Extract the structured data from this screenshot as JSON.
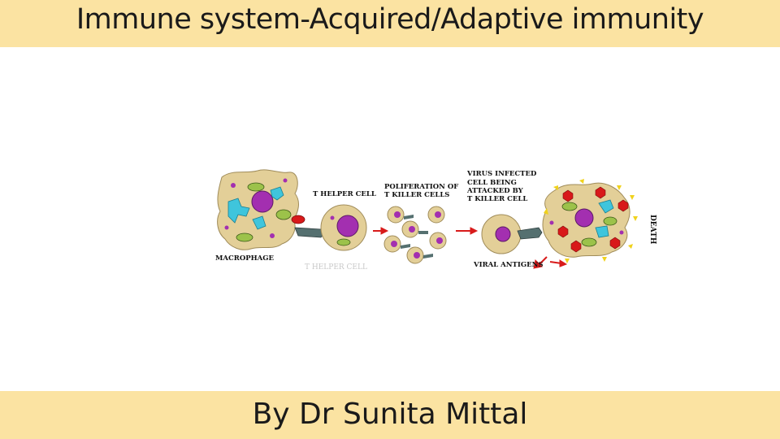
{
  "title": "Immune system-Acquired/Adaptive immunity",
  "footer": "By Dr Sunita Mittal",
  "diagram": {
    "labels": {
      "t_helper_cell": "T HELPER CELL",
      "proliferation": "POLIFERATION OF",
      "t_killer_cells": "T KILLER CELLS",
      "virus_infected_1": "VIRUS INFECTED",
      "virus_infected_2": "CELL BEING",
      "virus_infected_3": "ATTACKED BY",
      "virus_infected_4": "T KILLER CELL",
      "death": "DEATH",
      "macrophage": "MACROPHAGE",
      "viral_antigens": "VIRAL ANTIGENS"
    },
    "colors": {
      "cell_body": "#e3cf98",
      "nucleus": "#a32fb0",
      "mitochondria": "#9cc24a",
      "golgi": "#3fc5dc",
      "antigen": "#d8191a",
      "receptor": "#557070",
      "arrow": "#d81b1b"
    }
  }
}
